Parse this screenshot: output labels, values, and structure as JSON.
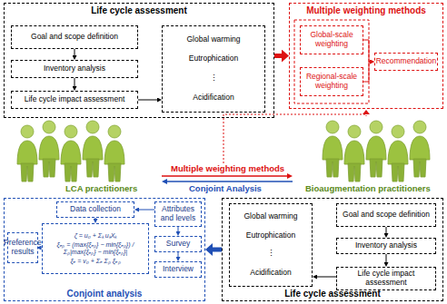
{
  "diagram": {
    "nodes": [
      {
        "text": [
          "Life cycle assessment"
        ]
      },
      {
        "text": [
          "Goal and scope definition"
        ],
        "in": 0
      },
      {
        "text": [
          "Inventory analysis"
        ],
        "in": 0
      },
      {
        "text": [
          "Life cycle impact assessment"
        ],
        "in": 0
      },
      {
        "text": [
          "Global warming",
          "Eutrophication",
          "⋮",
          "Acidification"
        ],
        "in": 0
      },
      {
        "text": [
          "Multiple weighting methods"
        ]
      },
      {
        "text": [
          "Global-scale weighting"
        ],
        "in": 5
      },
      {
        "text": [
          "Regional-scale weighting"
        ],
        "in": 5
      },
      {
        "text": [
          "Recommendation"
        ],
        "in": 5
      },
      {
        "text": [
          "Conjoint analysis"
        ]
      },
      {
        "text": [
          "Data collection"
        ],
        "in": 9
      },
      {
        "text": [
          "ζ = u₀ + Σₖ uₖXₖ",
          "ξₑₚ = (max{ξₑₚ} − min{ξₑₚ}) / Σₚ|max{ξₑₚ} − min{ξₑₚ}|",
          "ξₑ = v₀ + Σₑ Σₚ ξₑₚ"
        ],
        "in": 9
      },
      {
        "text": [
          "Preference results"
        ],
        "in": 9
      },
      {
        "text": [
          "Attributes and levels"
        ],
        "in": 9
      },
      {
        "text": [
          "Survey"
        ],
        "in": 9
      },
      {
        "text": [
          "Interview"
        ],
        "in": 9
      },
      {
        "text": [
          "Life cycle assessment"
        ]
      },
      {
        "text": [
          "Global warming",
          "Eutrophication",
          "⋮",
          "Acidification"
        ],
        "in": 16
      },
      {
        "text": [
          "Goal and scope definition"
        ],
        "in": 16
      },
      {
        "text": [
          "Inventory analysis"
        ],
        "in": 16
      },
      {
        "text": [
          "Life cycle impact assessment"
        ],
        "in": 16
      }
    ],
    "edges": [
      {
        "from": 1,
        "to": 2,
        "arrow": "to"
      },
      {
        "from": 2,
        "to": 3,
        "arrow": "to"
      },
      {
        "from": 3,
        "to": 4,
        "arrow": "to"
      },
      {
        "from": 0,
        "to": 5,
        "arrow": "to"
      },
      {
        "from": 6,
        "to": 8,
        "arrow": "to"
      },
      {
        "from": 7,
        "to": 8,
        "arrow": "to"
      },
      {
        "from": 16,
        "to": 9,
        "arrow": "to"
      },
      {
        "from": 13,
        "to": 10,
        "arrow": "to"
      },
      {
        "from": 10,
        "to": 11,
        "arrow": "to"
      },
      {
        "from": 11,
        "to": 12,
        "arrow": "to"
      },
      {
        "from": 13,
        "to": 14,
        "arrow": "to"
      },
      {
        "from": 14,
        "to": 15,
        "arrow": "to"
      },
      {
        "from": 18,
        "to": 19,
        "arrow": "to"
      },
      {
        "from": 19,
        "to": 20,
        "arrow": "to"
      },
      {
        "from": 20,
        "to": 17,
        "arrow": "to"
      }
    ],
    "labels": [
      "Multiple weighting methods",
      "Conjoint Analysis",
      "LCA practitioners",
      "Bioaugmentation practitioners"
    ]
  }
}
